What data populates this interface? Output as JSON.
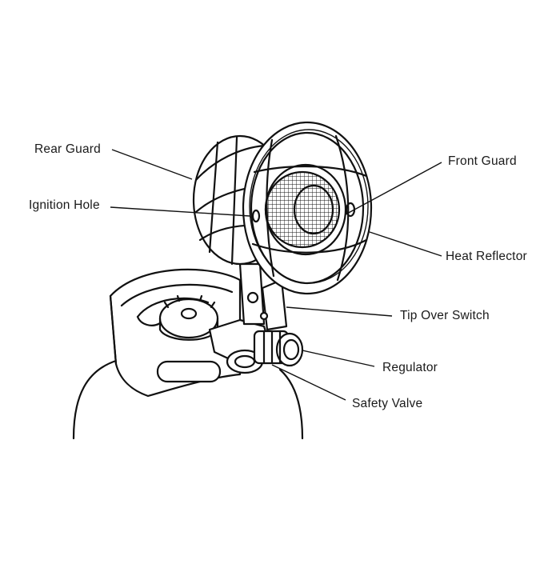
{
  "labels": {
    "rear_guard": "Rear Guard",
    "ignition_hole": "Ignition Hole",
    "front_guard": "Front Guard",
    "heat_reflector": "Heat Reflector",
    "tip_over_switch": "Tip Over Switch",
    "regulator": "Regulator",
    "safety_valve": "Safety Valve"
  },
  "colors": {
    "ink": "#111111",
    "background": "#ffffff"
  }
}
